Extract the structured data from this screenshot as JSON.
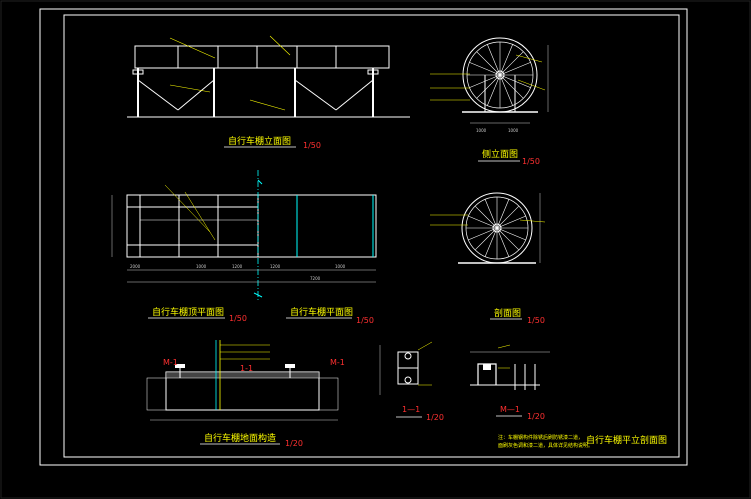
{
  "drawing": {
    "views": [
      {
        "id": "front-elevation",
        "title": "自行车棚立面图",
        "scale": "1/50"
      },
      {
        "id": "side-elevation",
        "title": "侧立面图",
        "scale": "1/50"
      },
      {
        "id": "roof-plan",
        "title": "自行车棚顶平面图",
        "scale": "1/50"
      },
      {
        "id": "floor-plan",
        "title": "自行车棚平面图",
        "scale": "1/50"
      },
      {
        "id": "section",
        "title": "剖面图",
        "scale": "1/50"
      },
      {
        "id": "ground-detail",
        "title": "自行车棚地面构造",
        "scale": "1/20"
      },
      {
        "id": "section-1-1",
        "title": "1—1",
        "scale": "1/20"
      },
      {
        "id": "section-m-1",
        "title": "M—1",
        "scale": "1/20"
      }
    ],
    "section_marks": {
      "m1_left": "M-1",
      "m1_right": "M-1",
      "s11": "1-1",
      "s11_top": "1-1"
    },
    "sheet_title": "自行车棚平立剖面图",
    "notes": {
      "footer_line1": "注：车棚钢构件除锈后刷防锈漆二道，",
      "footer_line2": "面刷灰色调和漆二道，具体详见结构说明。"
    },
    "colors": {
      "line_white": "#ffffff",
      "line_yellow": "#ffff00",
      "line_cyan": "#00ffff",
      "line_red": "#ff3030",
      "line_green": "#00ff00",
      "background": "#000000"
    }
  }
}
